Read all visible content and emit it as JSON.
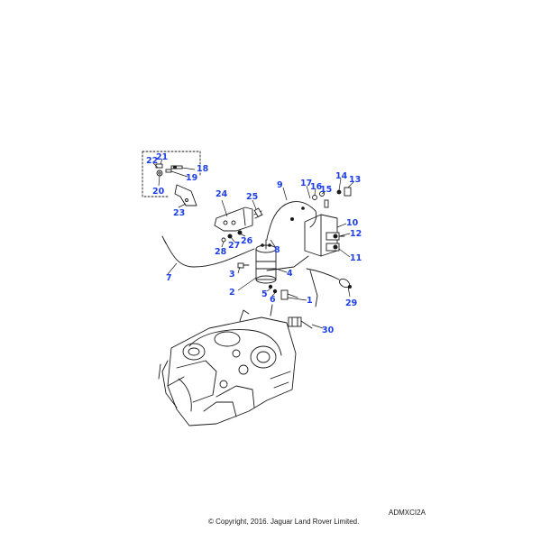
{
  "diagram": {
    "reference_code": "ADMXCI2A",
    "copyright": "© Copyright, 2016. Jaguar Land Rover Limited.",
    "callouts": [
      {
        "id": "c1",
        "label": "1"
      },
      {
        "id": "c2",
        "label": "2"
      },
      {
        "id": "c3",
        "label": "3"
      },
      {
        "id": "c4",
        "label": "4"
      },
      {
        "id": "c5",
        "label": "5"
      },
      {
        "id": "c6",
        "label": "6"
      },
      {
        "id": "c7",
        "label": "7"
      },
      {
        "id": "c8",
        "label": "8"
      },
      {
        "id": "c9",
        "label": "9"
      },
      {
        "id": "c10",
        "label": "10"
      },
      {
        "id": "c11",
        "label": "11"
      },
      {
        "id": "c12",
        "label": "12"
      },
      {
        "id": "c13",
        "label": "13"
      },
      {
        "id": "c14",
        "label": "14"
      },
      {
        "id": "c15",
        "label": "15"
      },
      {
        "id": "c16",
        "label": "16"
      },
      {
        "id": "c17",
        "label": "17"
      },
      {
        "id": "c18",
        "label": "18"
      },
      {
        "id": "c19",
        "label": "19"
      },
      {
        "id": "c20",
        "label": "20"
      },
      {
        "id": "c21",
        "label": "21"
      },
      {
        "id": "c22",
        "label": "22"
      },
      {
        "id": "c23",
        "label": "23"
      },
      {
        "id": "c24",
        "label": "24"
      },
      {
        "id": "c25",
        "label": "25"
      },
      {
        "id": "c26",
        "label": "26"
      },
      {
        "id": "c27",
        "label": "27"
      },
      {
        "id": "c28",
        "label": "28"
      },
      {
        "id": "c29",
        "label": "29"
      },
      {
        "id": "c30",
        "label": "30"
      }
    ],
    "colors": {
      "callout": "#1e40e6",
      "line": "#1a1a1a",
      "background": "#ffffff"
    }
  }
}
